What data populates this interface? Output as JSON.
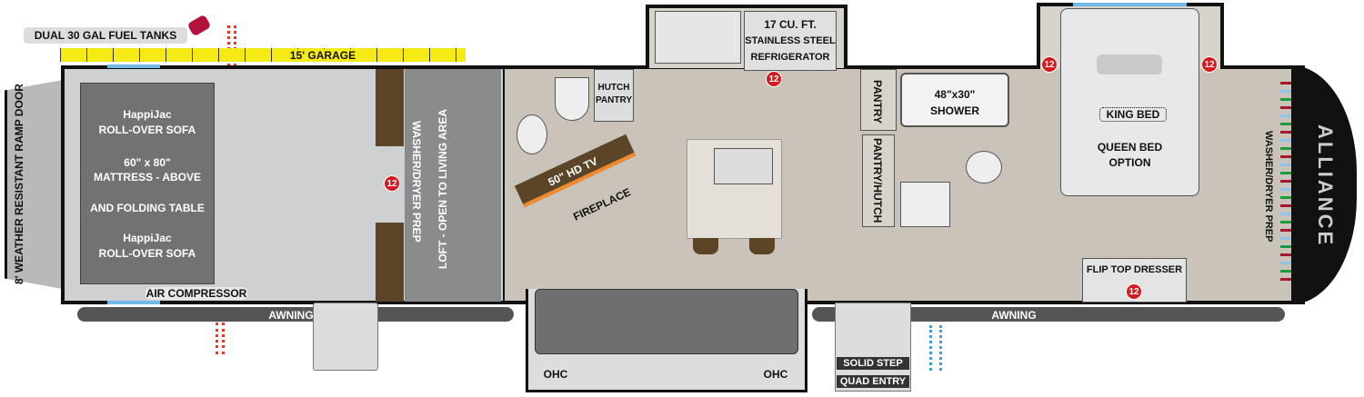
{
  "garage": {
    "fuel_label": "DUAL 30 GAL FUEL TANKS",
    "ruler_label": "15' GARAGE",
    "ramp_door": "8' WEATHER RESISTANT RAMP DOOR",
    "sofa_top_1": "HappiJac",
    "sofa_top_2": "ROLL-OVER SOFA",
    "mattress_1": "60\" x 80\"",
    "mattress_2": "MATTRESS - ABOVE",
    "mattress_3": "AND FOLDING TABLE",
    "sofa_bottom_1": "HappiJac",
    "sofa_bottom_2": "ROLL-OVER SOFA",
    "air_compressor": "AIR COMPRESSOR",
    "washer_dryer": "WASHER/DRYER PREP",
    "loft": "LOFT - OPEN TO LIVING AREA",
    "awning": "AWNING"
  },
  "living": {
    "fridge_1": "17 CU. FT.",
    "fridge_2": "STAINLESS STEEL",
    "fridge_3": "REFRIGERATOR",
    "hutch_1": "HUTCH",
    "hutch_2": "PANTRY",
    "tv": "50\" HD TV",
    "fireplace": "FIREPLACE",
    "ohc_left": "OHC",
    "ohc_right": "OHC"
  },
  "bath": {
    "pantry": "PANTRY",
    "pantry_hutch": "PANTRY/HUTCH",
    "shower_1": "48\"x30\"",
    "shower_2": "SHOWER"
  },
  "bedroom": {
    "king_bed": "KING BED",
    "queen_1": "QUEEN BED",
    "queen_2": "OPTION",
    "dresser": "FLIP TOP DRESSER",
    "washer_dryer": "WASHER/DRYER PREP",
    "brand": "ALLIANCE"
  },
  "entry": {
    "awning": "AWNING",
    "step_1": "SOLID STEP",
    "step_2": "QUAD ENTRY"
  },
  "badge": "12",
  "colors": {
    "ruler": "#f5ea14",
    "floor": "#c9c3b9",
    "garage": "#cfd0d2",
    "sofa": "#707274",
    "cabinet": "#5b4526",
    "volt": "#d71920",
    "window": "#6fb8e8"
  }
}
